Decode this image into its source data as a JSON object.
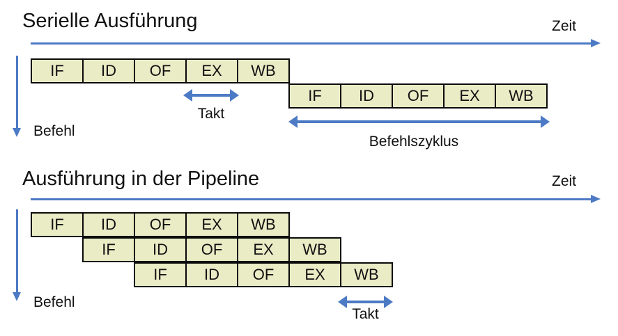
{
  "colors": {
    "accent_blue": "#4d7ac4",
    "box_fill": "#eaecc6",
    "box_border": "#0a0a0a",
    "text": "#111111",
    "background": "#ffffff"
  },
  "stages": [
    "IF",
    "ID",
    "OF",
    "EX",
    "WB"
  ],
  "serial_section": {
    "title": "Serielle Ausführung",
    "time_axis_label": "Zeit",
    "instruction_axis_label": "Befehl",
    "clock_label": "Takt",
    "cycle_label": "Befehlszyklus",
    "rows": [
      {
        "stages": [
          "IF",
          "ID",
          "OF",
          "EX",
          "WB"
        ]
      },
      {
        "stages": [
          "IF",
          "ID",
          "OF",
          "EX",
          "WB"
        ]
      }
    ]
  },
  "pipeline_section": {
    "title": "Ausführung in der Pipeline",
    "time_axis_label": "Zeit",
    "instruction_axis_label": "Befehl",
    "clock_label": "Takt",
    "rows": [
      {
        "stages": [
          "IF",
          "ID",
          "OF",
          "EX",
          "WB"
        ]
      },
      {
        "stages": [
          "IF",
          "ID",
          "OF",
          "EX",
          "WB"
        ]
      },
      {
        "stages": [
          "IF",
          "ID",
          "OF",
          "EX",
          "WB"
        ]
      }
    ]
  }
}
